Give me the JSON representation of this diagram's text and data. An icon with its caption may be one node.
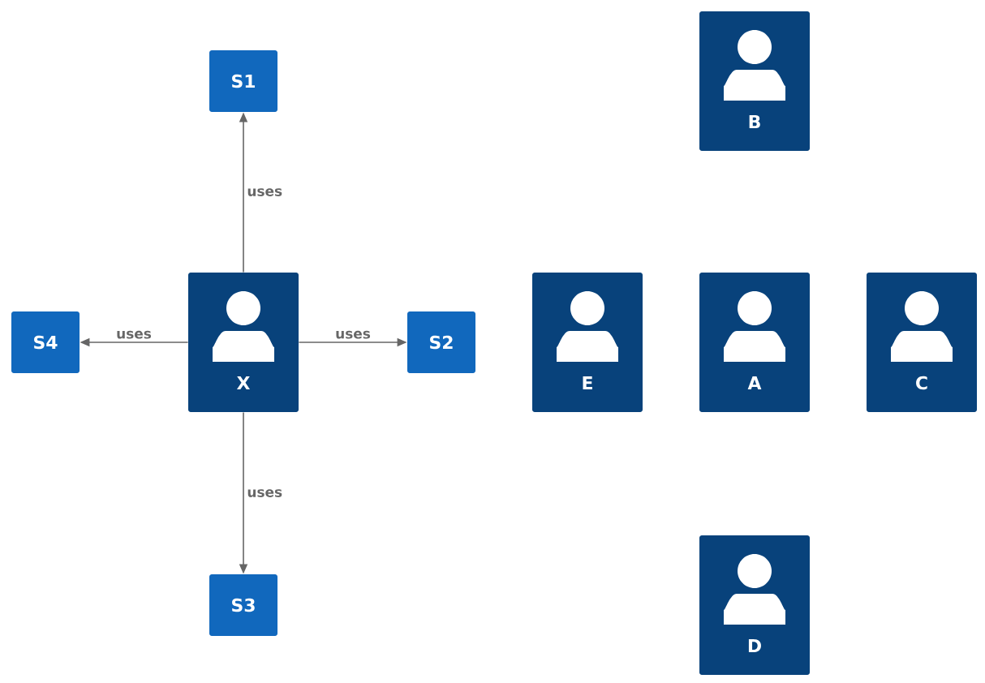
{
  "diagram": {
    "nodes": [
      {
        "text": [
          "S1"
        ]
      },
      {
        "text": [
          "B"
        ]
      },
      {
        "text": [
          "S4"
        ]
      },
      {
        "text": [
          "X"
        ]
      },
      {
        "text": [
          "S2"
        ]
      },
      {
        "text": [
          "E"
        ]
      },
      {
        "text": [
          "A"
        ]
      },
      {
        "text": [
          "C"
        ]
      },
      {
        "text": [
          "S3"
        ]
      },
      {
        "text": [
          "D"
        ]
      }
    ],
    "edges": [
      {
        "from": 3,
        "to": 0,
        "arrow": "to",
        "label": "uses"
      },
      {
        "from": 3,
        "to": 4,
        "arrow": "to",
        "label": "uses"
      },
      {
        "from": 3,
        "to": 8,
        "arrow": "to",
        "label": "uses"
      },
      {
        "from": 3,
        "to": 2,
        "arrow": "to",
        "label": "uses"
      }
    ]
  }
}
